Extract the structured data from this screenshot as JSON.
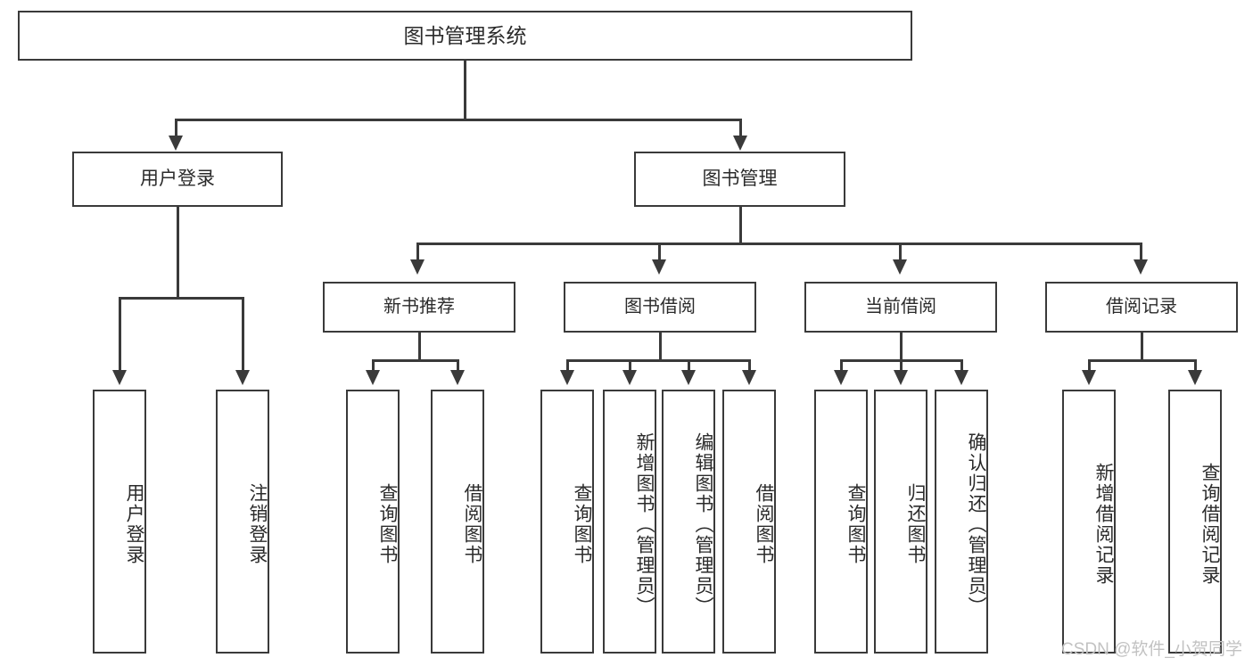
{
  "diagram": {
    "title": "图书管理系统",
    "type": "hierarchy-tree",
    "levels": 4,
    "root": {
      "label": "图书管理系统"
    },
    "level2": [
      {
        "label": "用户登录"
      },
      {
        "label": "图书管理"
      }
    ],
    "level3": [
      {
        "label": "新书推荐"
      },
      {
        "label": "图书借阅"
      },
      {
        "label": "当前借阅"
      },
      {
        "label": "借阅记录"
      }
    ],
    "leaves": {
      "user_login": [
        {
          "label": "用户登录"
        },
        {
          "label": "注销登录"
        }
      ],
      "new_book_recommend": [
        {
          "label": "查询图书"
        },
        {
          "label": "借阅图书"
        }
      ],
      "book_borrow": [
        {
          "label": "查询图书"
        },
        {
          "label": "新增图书（管理员）"
        },
        {
          "label": "编辑图书（管理员）"
        },
        {
          "label": "借阅图书"
        }
      ],
      "current_borrow": [
        {
          "label": "查询图书"
        },
        {
          "label": "归还图书"
        },
        {
          "label": "确认归还（管理员）"
        }
      ],
      "borrow_record": [
        {
          "label": "新增借阅记录"
        },
        {
          "label": "查询借阅记录"
        }
      ]
    }
  },
  "watermark": {
    "text": "CSDN @软件_小贺同学"
  },
  "colors": {
    "stroke": "#3a3a3a",
    "text": "#2b2b2b",
    "background": "#ffffff",
    "watermark": "#c2c2c2"
  }
}
